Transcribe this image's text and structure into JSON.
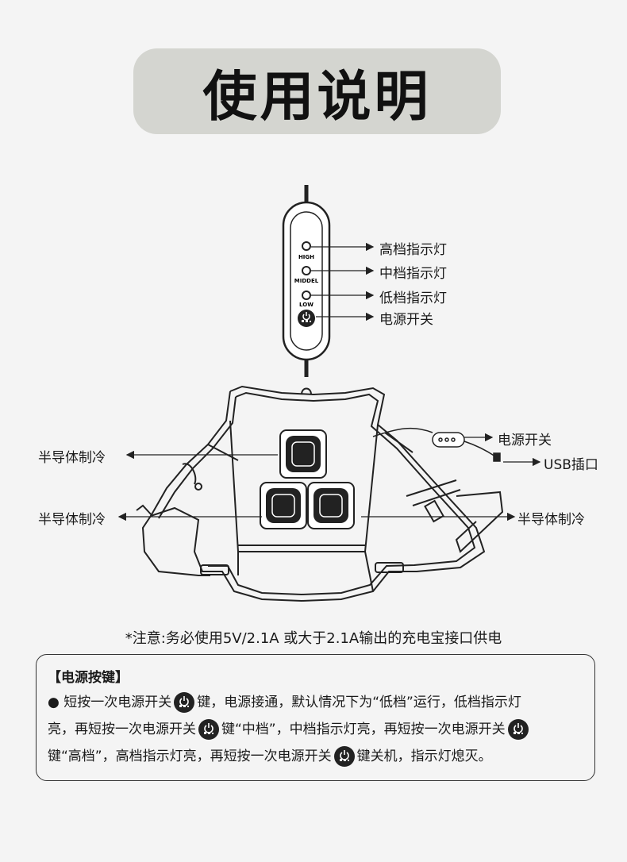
{
  "title": "使用说明",
  "controller": {
    "button_labels": [
      "HIGH",
      "MIDDEL",
      "LOW"
    ],
    "callouts": [
      "高档指示灯",
      "中档指示灯",
      "低档指示灯",
      "电源开关"
    ]
  },
  "vest": {
    "left_top": "半导体制冷",
    "left_bottom": "半导体制冷",
    "right": "半导体制冷",
    "switch": "电源开关",
    "usb": "USB插口"
  },
  "note": "*注意:务必使用5V/2.1A 或大于2.1A输出的充电宝接口供电",
  "panel": {
    "title": "【电源按键】",
    "line1_a": "● 短按一次电源开关",
    "line1_b": "键，电源接通，默认情况下为“低档”运行，低档指示灯",
    "line2_a": "亮，再短按一次电源开关",
    "line2_b": "键“中档”，中档指示灯亮，再短按一次电源开关",
    "line3_a": "键“高档”，高档指示灯亮，再短按一次电源开关",
    "line3_b": "键关机，指示灯熄灭。"
  }
}
